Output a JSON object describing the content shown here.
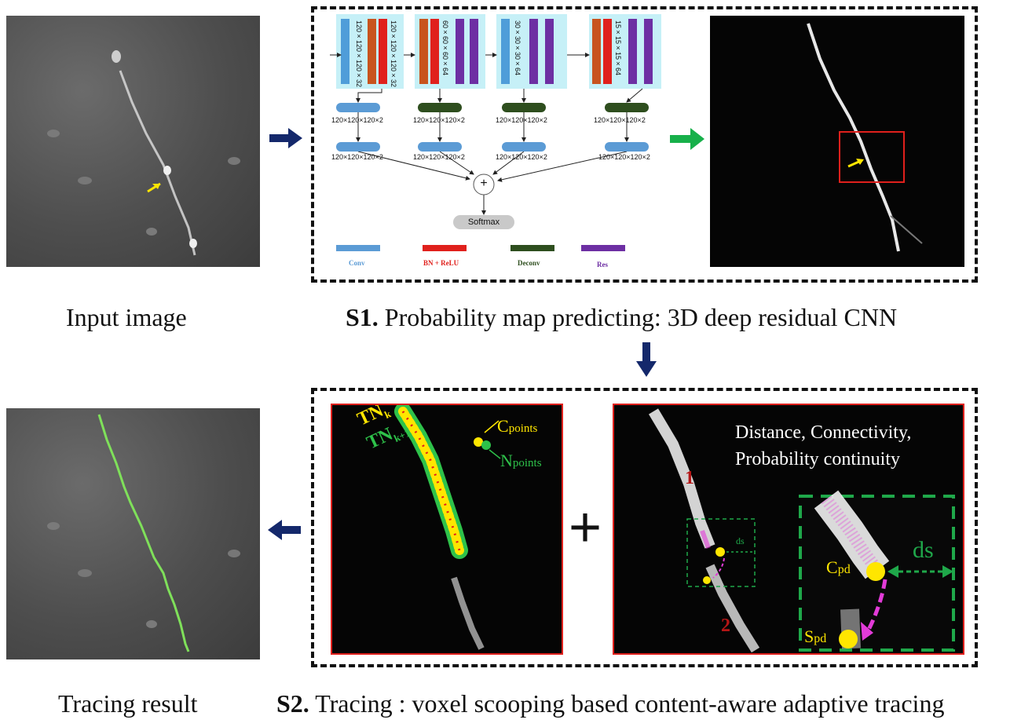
{
  "captions": {
    "input": "Input image",
    "s1_prefix": "S1.",
    "s1_text": " Probability map predicting: 3D deep residual CNN",
    "tracing": "Tracing result",
    "s2_prefix": "S2.",
    "s2_text": " Tracing : voxel scooping based content-aware adaptive tracing"
  },
  "network": {
    "blocks": [
      "120×120×120×32",
      "120×120×120×32",
      "60×60×60×64",
      "30×30×30×64",
      "15×15×15×64"
    ],
    "dims": [
      "120×120×120×2",
      "120×120×120×2",
      "120×120×120×2",
      "120×120×120×2",
      "120×120×120×2",
      "120×120×120×2",
      "120×120×120×2",
      "120×120×120×2"
    ],
    "plus": "+",
    "softmax": "Softmax",
    "legend": [
      "Conv",
      "BN + ReLU",
      "Deconv",
      "Res"
    ]
  },
  "tracing_panel": {
    "tn_k": "TN",
    "tn_k_sub": "k",
    "tn_k1": "TN",
    "tn_k1_sub": "k+1",
    "c_points": "C",
    "c_points_sub": "points",
    "n_points": "N",
    "n_points_sub": "points"
  },
  "criteria_panel": {
    "line1": "Distance, Connectivity,",
    "line2": "Probability continuity",
    "label_1": "1",
    "label_2": "2",
    "ds_small": "ds",
    "ds_large": "ds",
    "cpd": "C",
    "cpd_sub": "pd",
    "spd": "S",
    "spd_sub": "pd"
  },
  "colors": {
    "arrow_navy": "#14286b",
    "arrow_green": "#17b04a",
    "trace_green": "#7fe05a",
    "highlight_red": "#e0201c",
    "yellow": "#ffe600",
    "green_dash": "#1fa84a",
    "magenta": "#e23bd8"
  }
}
